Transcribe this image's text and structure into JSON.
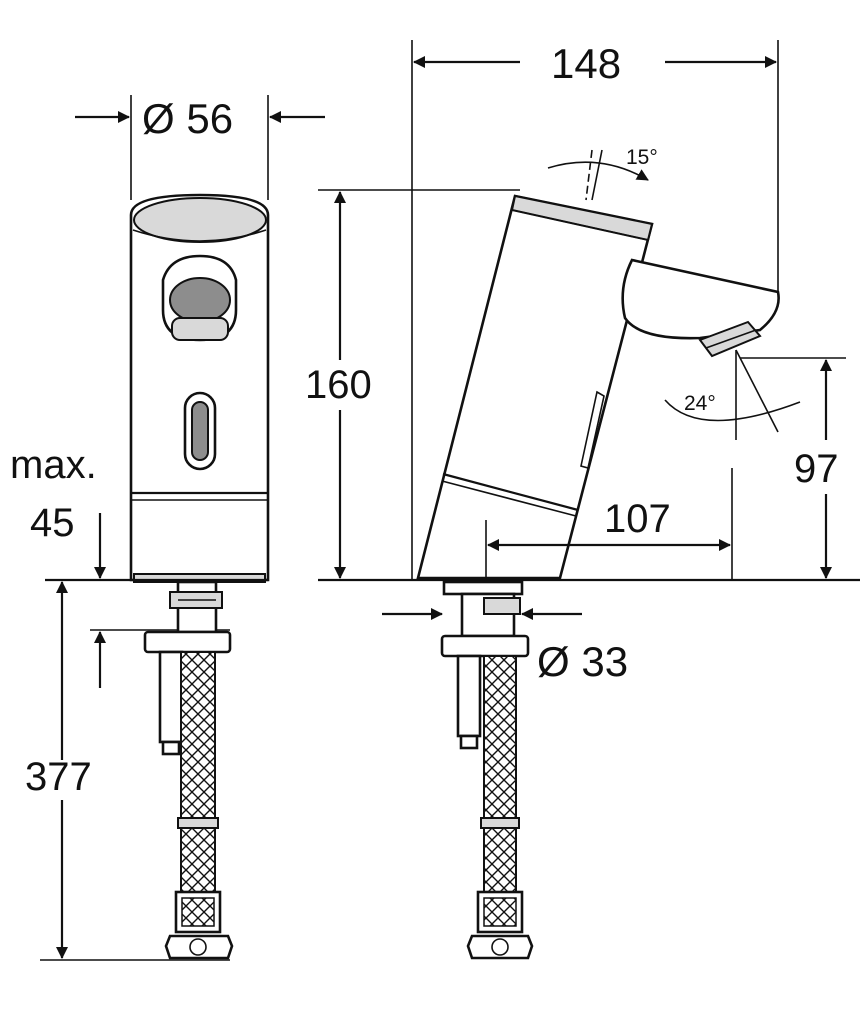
{
  "dimensions": {
    "diameter_body": "Ø 56",
    "width_total": "148",
    "height_total": "160",
    "max_label": "max.",
    "max_value": "45",
    "hose_length": "377",
    "spout_reach": "107",
    "spout_height": "97",
    "diameter_shank": "Ø 33",
    "angle_top": "15°",
    "angle_spout": "24°"
  },
  "colors": {
    "line": "#111111",
    "shade": "#d9d9d9",
    "dark": "#8d8d8d",
    "background": "#ffffff"
  }
}
